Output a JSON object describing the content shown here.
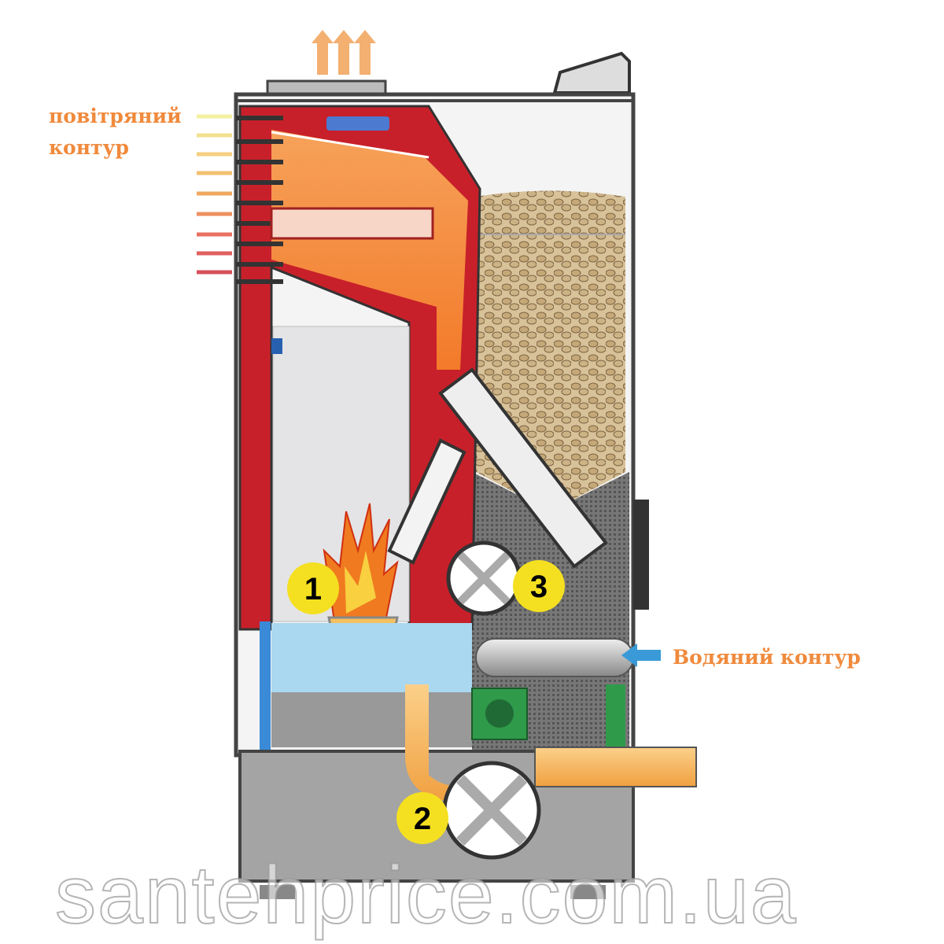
{
  "labels": {
    "air_circuit_line1": "повітряний",
    "air_circuit_line2": "контур",
    "water_circuit": "Водяний контур"
  },
  "markers": [
    "1",
    "2",
    "3"
  ],
  "watermark": "santehprice.com.ua",
  "colors": {
    "label": "#f08a3c",
    "body_red": "#c8202a",
    "flame_orange": "#f39a2e",
    "water_blue": "#a9d8f0",
    "marker_yellow": "#f4e020",
    "casing_gray": "#8a8a8a"
  }
}
